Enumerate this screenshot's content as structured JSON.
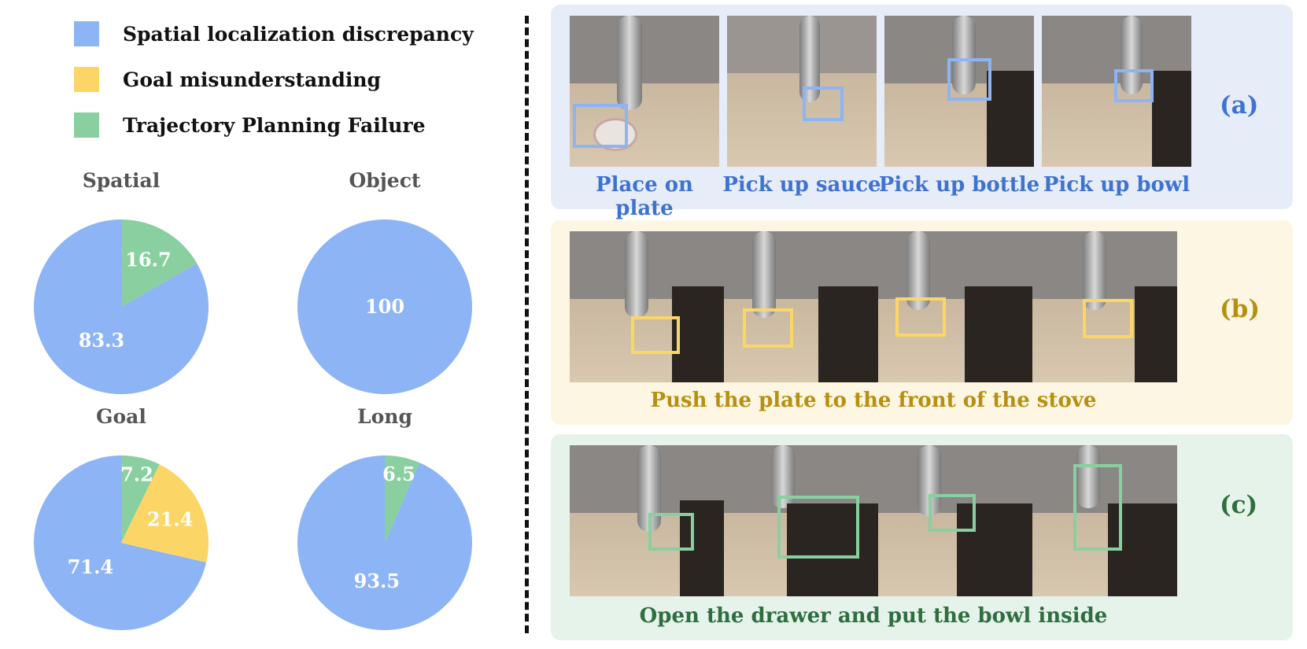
{
  "legend": [
    {
      "label": "Spatial localization discrepancy",
      "color": "#8db4f5"
    },
    {
      "label": "Goal misunderstanding",
      "color": "#fbd666"
    },
    {
      "label": "Trajectory Planning Failure",
      "color": "#89cf9f"
    }
  ],
  "chart_data": [
    {
      "type": "pie",
      "title": "Spatial",
      "series": [
        {
          "name": "Spatial localization discrepancy",
          "value": 83.3
        },
        {
          "name": "Trajectory Planning Failure",
          "value": 16.7
        }
      ]
    },
    {
      "type": "pie",
      "title": "Object",
      "series": [
        {
          "name": "Spatial localization discrepancy",
          "value": 100
        }
      ]
    },
    {
      "type": "pie",
      "title": "Goal",
      "series": [
        {
          "name": "Spatial localization discrepancy",
          "value": 71.4
        },
        {
          "name": "Goal misunderstanding",
          "value": 21.4
        },
        {
          "name": "Trajectory Planning Failure",
          "value": 7.2
        }
      ]
    },
    {
      "type": "pie",
      "title": "Long",
      "series": [
        {
          "name": "Spatial localization discrepancy",
          "value": 93.5
        },
        {
          "name": "Trajectory Planning Failure",
          "value": 6.5
        }
      ]
    }
  ],
  "panels": {
    "a": {
      "tag": "(a)",
      "tag_color": "#3f73d0",
      "box_color": "#8db4f5",
      "captions": [
        "Place on plate",
        "Pick up sauce",
        "Pick up bottle",
        "Pick up bowl"
      ]
    },
    "b": {
      "tag": "(b)",
      "tag_color": "#b8900f",
      "box_color": "#fbd666",
      "caption": "Push the plate to the front of the stove"
    },
    "c": {
      "tag": "(c)",
      "tag_color": "#2f6e41",
      "box_color": "#89cf9f",
      "caption": "Open the drawer and put the bowl inside"
    }
  }
}
